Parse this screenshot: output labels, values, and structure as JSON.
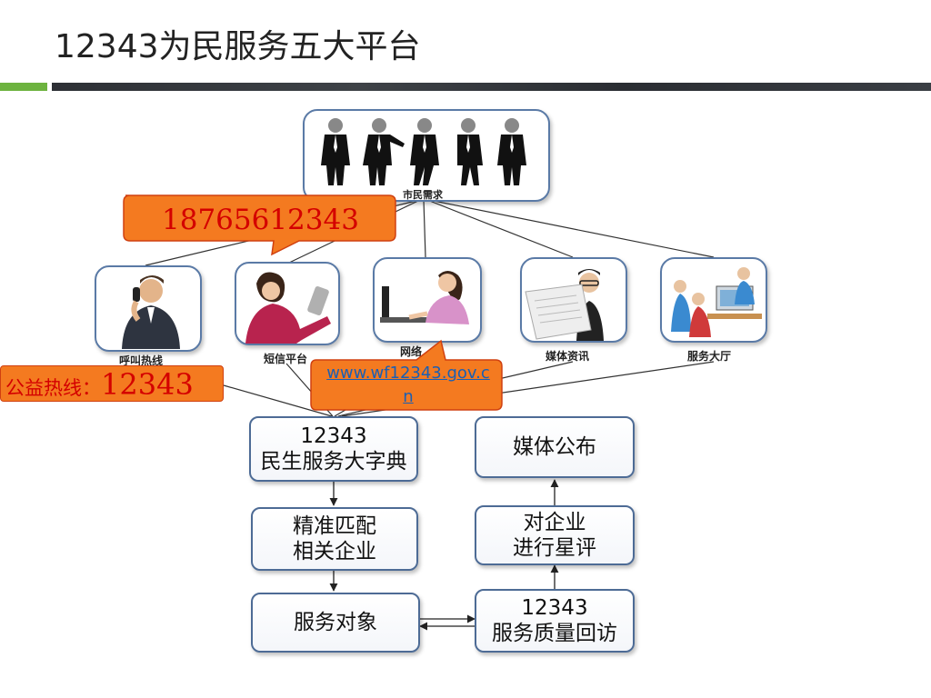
{
  "slide": {
    "title": "12343为民服务五大平台"
  },
  "diagram": {
    "top_node": {
      "label": "市民需求",
      "icon": "business-people-group"
    },
    "channels": [
      {
        "label": "呼叫热线",
        "icon": "phone-call-man"
      },
      {
        "label": "短信平台",
        "icon": "mobile-phone-woman"
      },
      {
        "label": "网络",
        "icon": "laptop-woman"
      },
      {
        "label": "媒体资讯",
        "icon": "newspaper-reader"
      },
      {
        "label": "服务大厅",
        "icon": "service-hall-counter"
      }
    ],
    "callouts": {
      "sms_number": "18765612343",
      "hotline_prefix": "公益热线：",
      "hotline_number": "12343",
      "website": "www.wf12343.gov.cn"
    },
    "flow": {
      "dictionary": {
        "line1": "12343",
        "line2": "民生服务大字典"
      },
      "match": {
        "line1": "精准匹配",
        "line2": "相关企业"
      },
      "target": {
        "line1": "服务对象"
      },
      "visit": {
        "line1": "12343",
        "line2": "服务质量回访"
      },
      "rating": {
        "line1": "对企业",
        "line2": "进行星评"
      },
      "publish": {
        "line1": "媒体公布"
      }
    },
    "colors": {
      "callout_fill": "#f47a20",
      "callout_text": "#d40000",
      "box_border": "#4d6b95",
      "accent_green": "#6db33f"
    }
  }
}
